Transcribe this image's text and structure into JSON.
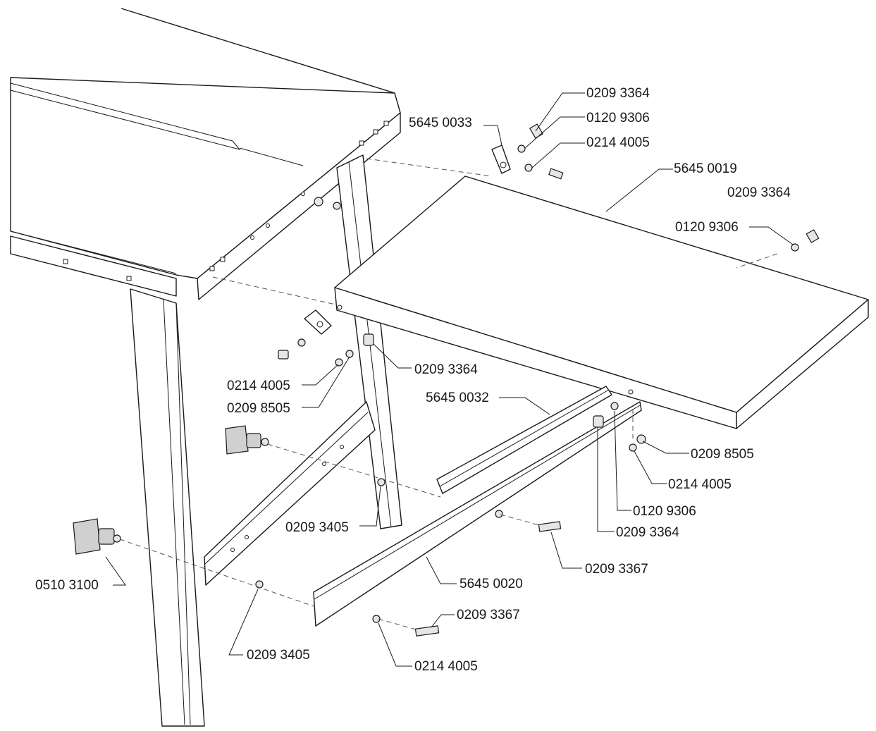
{
  "labels": {
    "p_5645_0033": "5645 0033",
    "p_0209_3364_top": "0209 3364",
    "p_0120_9306_top": "0120 9306",
    "p_0214_4005_top": "0214 4005",
    "p_5645_0019": "5645 0019",
    "p_0209_3364_right": "0209 3364",
    "p_0120_9306_right": "0120 9306",
    "p_0209_3364_mid": "0209 3364",
    "p_0214_4005_left": "0214 4005",
    "p_0209_8505_left": "0209 8505",
    "p_5645_0032": "5645 0032",
    "p_0209_8505_right": "0209 8505",
    "p_0214_4005_right": "0214 4005",
    "p_0120_9306_low": "0120 9306",
    "p_0209_3364_low": "0209 3364",
    "p_0209_3405_mid": "0209 3405",
    "p_0209_3367_right": "0209 3367",
    "p_5645_0020": "5645 0020",
    "p_0510_3100": "0510 3100",
    "p_0209_3367_bottom": "0209 3367",
    "p_0209_3405_bottom": "0209 3405",
    "p_0214_4005_bottom": "0214 4005"
  }
}
